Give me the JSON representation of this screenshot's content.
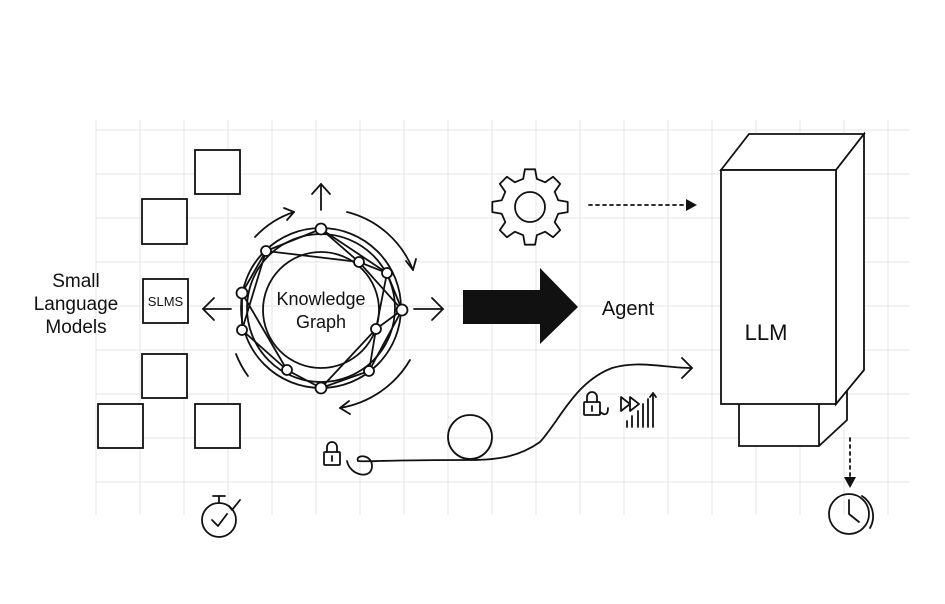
{
  "colors": {
    "ink": "#111111",
    "grid": "#e6e6e6",
    "background": "#ffffff"
  },
  "slm": {
    "title_lines": [
      "Small",
      "Language",
      "Models"
    ],
    "box_label": "SLMS"
  },
  "knowledge_graph": {
    "title_lines": [
      "Knowledge",
      "Graph"
    ]
  },
  "agent": {
    "label": "Agent"
  },
  "llm": {
    "label": "LLM"
  },
  "icons": [
    "gear-icon",
    "lock-icon",
    "stopwatch-check-icon",
    "clock-icon",
    "fast-forward-icon",
    "signal-bars-icon",
    "big-right-arrow-icon"
  ]
}
